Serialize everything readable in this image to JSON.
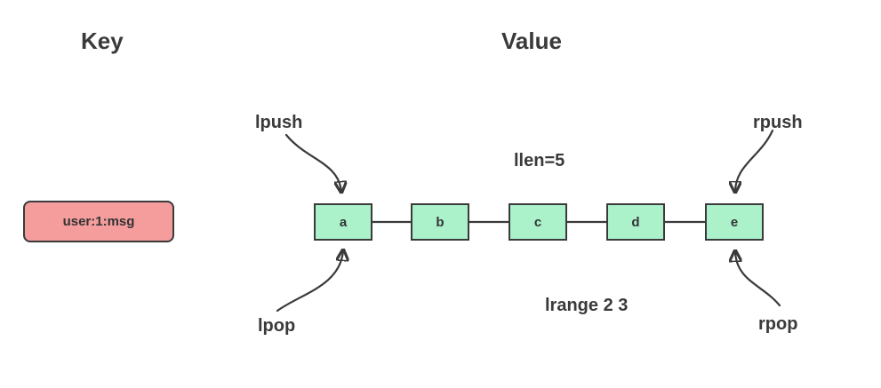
{
  "headers": {
    "key": "Key",
    "value": "Value"
  },
  "key_box": {
    "label": "user:1:msg"
  },
  "list": {
    "nodes": [
      {
        "label": "a"
      },
      {
        "label": "b"
      },
      {
        "label": "c"
      },
      {
        "label": "d"
      },
      {
        "label": "e"
      }
    ]
  },
  "operations": {
    "lpush": "lpush",
    "lpop": "lpop",
    "rpush": "rpush",
    "rpop": "rpop",
    "llen": "llen=5",
    "lrange": "lrange 2 3"
  },
  "colors": {
    "node_fill": "#abf2cb",
    "node_border": "#3a3a3a",
    "key_fill": "#f59d9d",
    "key_border": "#3a3a3a",
    "text": "#3a3a3a",
    "background": "#ffffff"
  }
}
